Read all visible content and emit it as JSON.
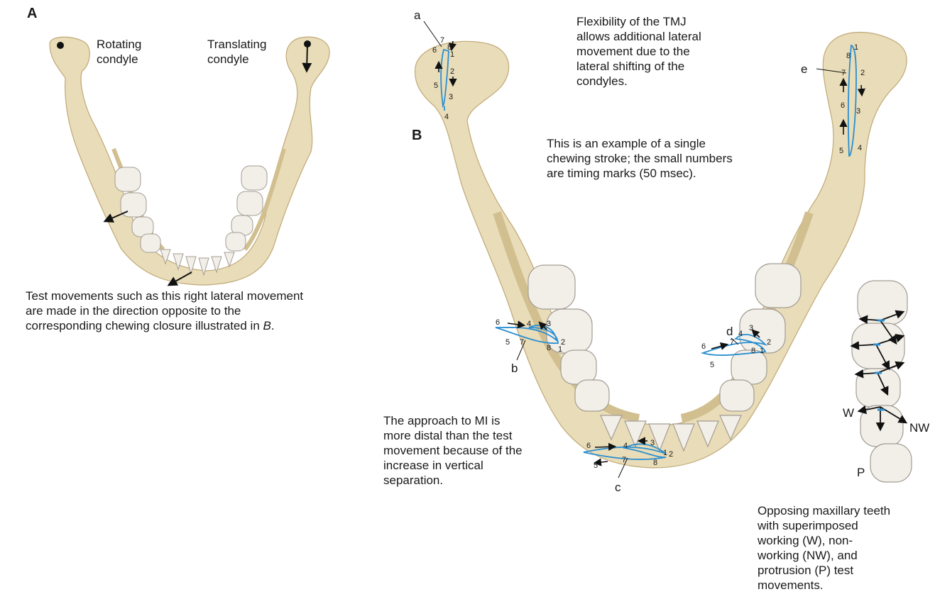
{
  "panel_a": {
    "label": "A",
    "rotating_condyle": "Rotating\ncondyle",
    "translating_condyle": "Translating\ncondyle",
    "caption": "Test movements such as this right lateral movement\nare made in the direction opposite to the\ncorresponding chewing closure illustrated in B."
  },
  "panel_b": {
    "label": "B",
    "tmj_note": "Flexibility of the TMJ\nallows additional lateral\nmovement due to the\nlateral shifting of the\ncondyles.",
    "stroke_note": "This is an example of a single\nchewing stroke; the small numbers\nare timing marks (50 msec).",
    "mi_note": "The approach to MI is\nmore distal than the test\nmovement because of the\nincrease in vertical\nseparation.",
    "opposing_note": "Opposing maxillary teeth\nwith superimposed\nworking (W), non-\nworking (NW), and\nprotrusion (P) test\nmovements.",
    "point_labels": {
      "a": "a",
      "b": "b",
      "c": "c",
      "d": "d",
      "e": "e"
    },
    "movement_labels": {
      "w": "W",
      "nw": "NW",
      "p": "P"
    }
  },
  "timing_marks": [
    "1",
    "2",
    "3",
    "4",
    "5",
    "6",
    "7",
    "8"
  ],
  "colors": {
    "bone": "#e9dcb8",
    "bone_shade": "#cdb98a",
    "tooth": "#f2efe9",
    "trace": "#2a8fd0"
  }
}
